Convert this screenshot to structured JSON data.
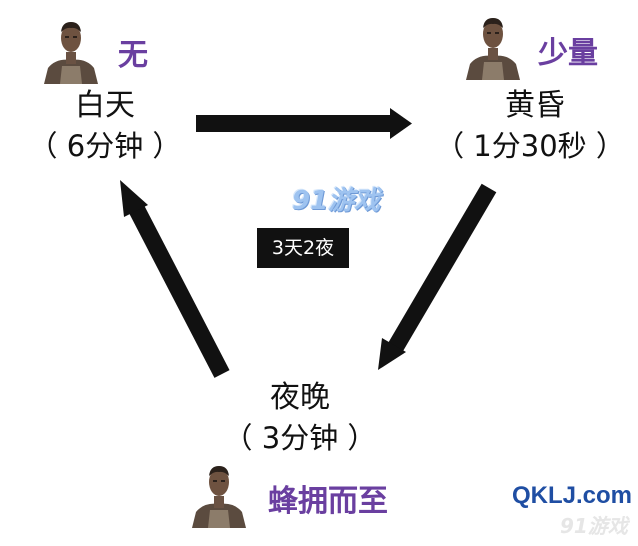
{
  "phases": {
    "day": {
      "name": "白天",
      "duration": "（ 6分钟 ）",
      "zombies": "无"
    },
    "dusk": {
      "name": "黄昏",
      "duration": "（ 1分30秒 ）",
      "zombies": "少量"
    },
    "night": {
      "name": "夜晚",
      "duration": "（ 3分钟 ）",
      "zombies": "蜂拥而至"
    }
  },
  "center_label": "3天2夜",
  "watermark": {
    "logo": "91游戏",
    "site": "QKLJ.com",
    "site_wm": "91游戏"
  },
  "colors": {
    "zombie_text": "#6a3fa0",
    "arrow": "#111111",
    "box_bg": "#111111"
  },
  "icons": {
    "avatar": "survivor-portrait-icon",
    "arrow": "arrow-icon"
  }
}
